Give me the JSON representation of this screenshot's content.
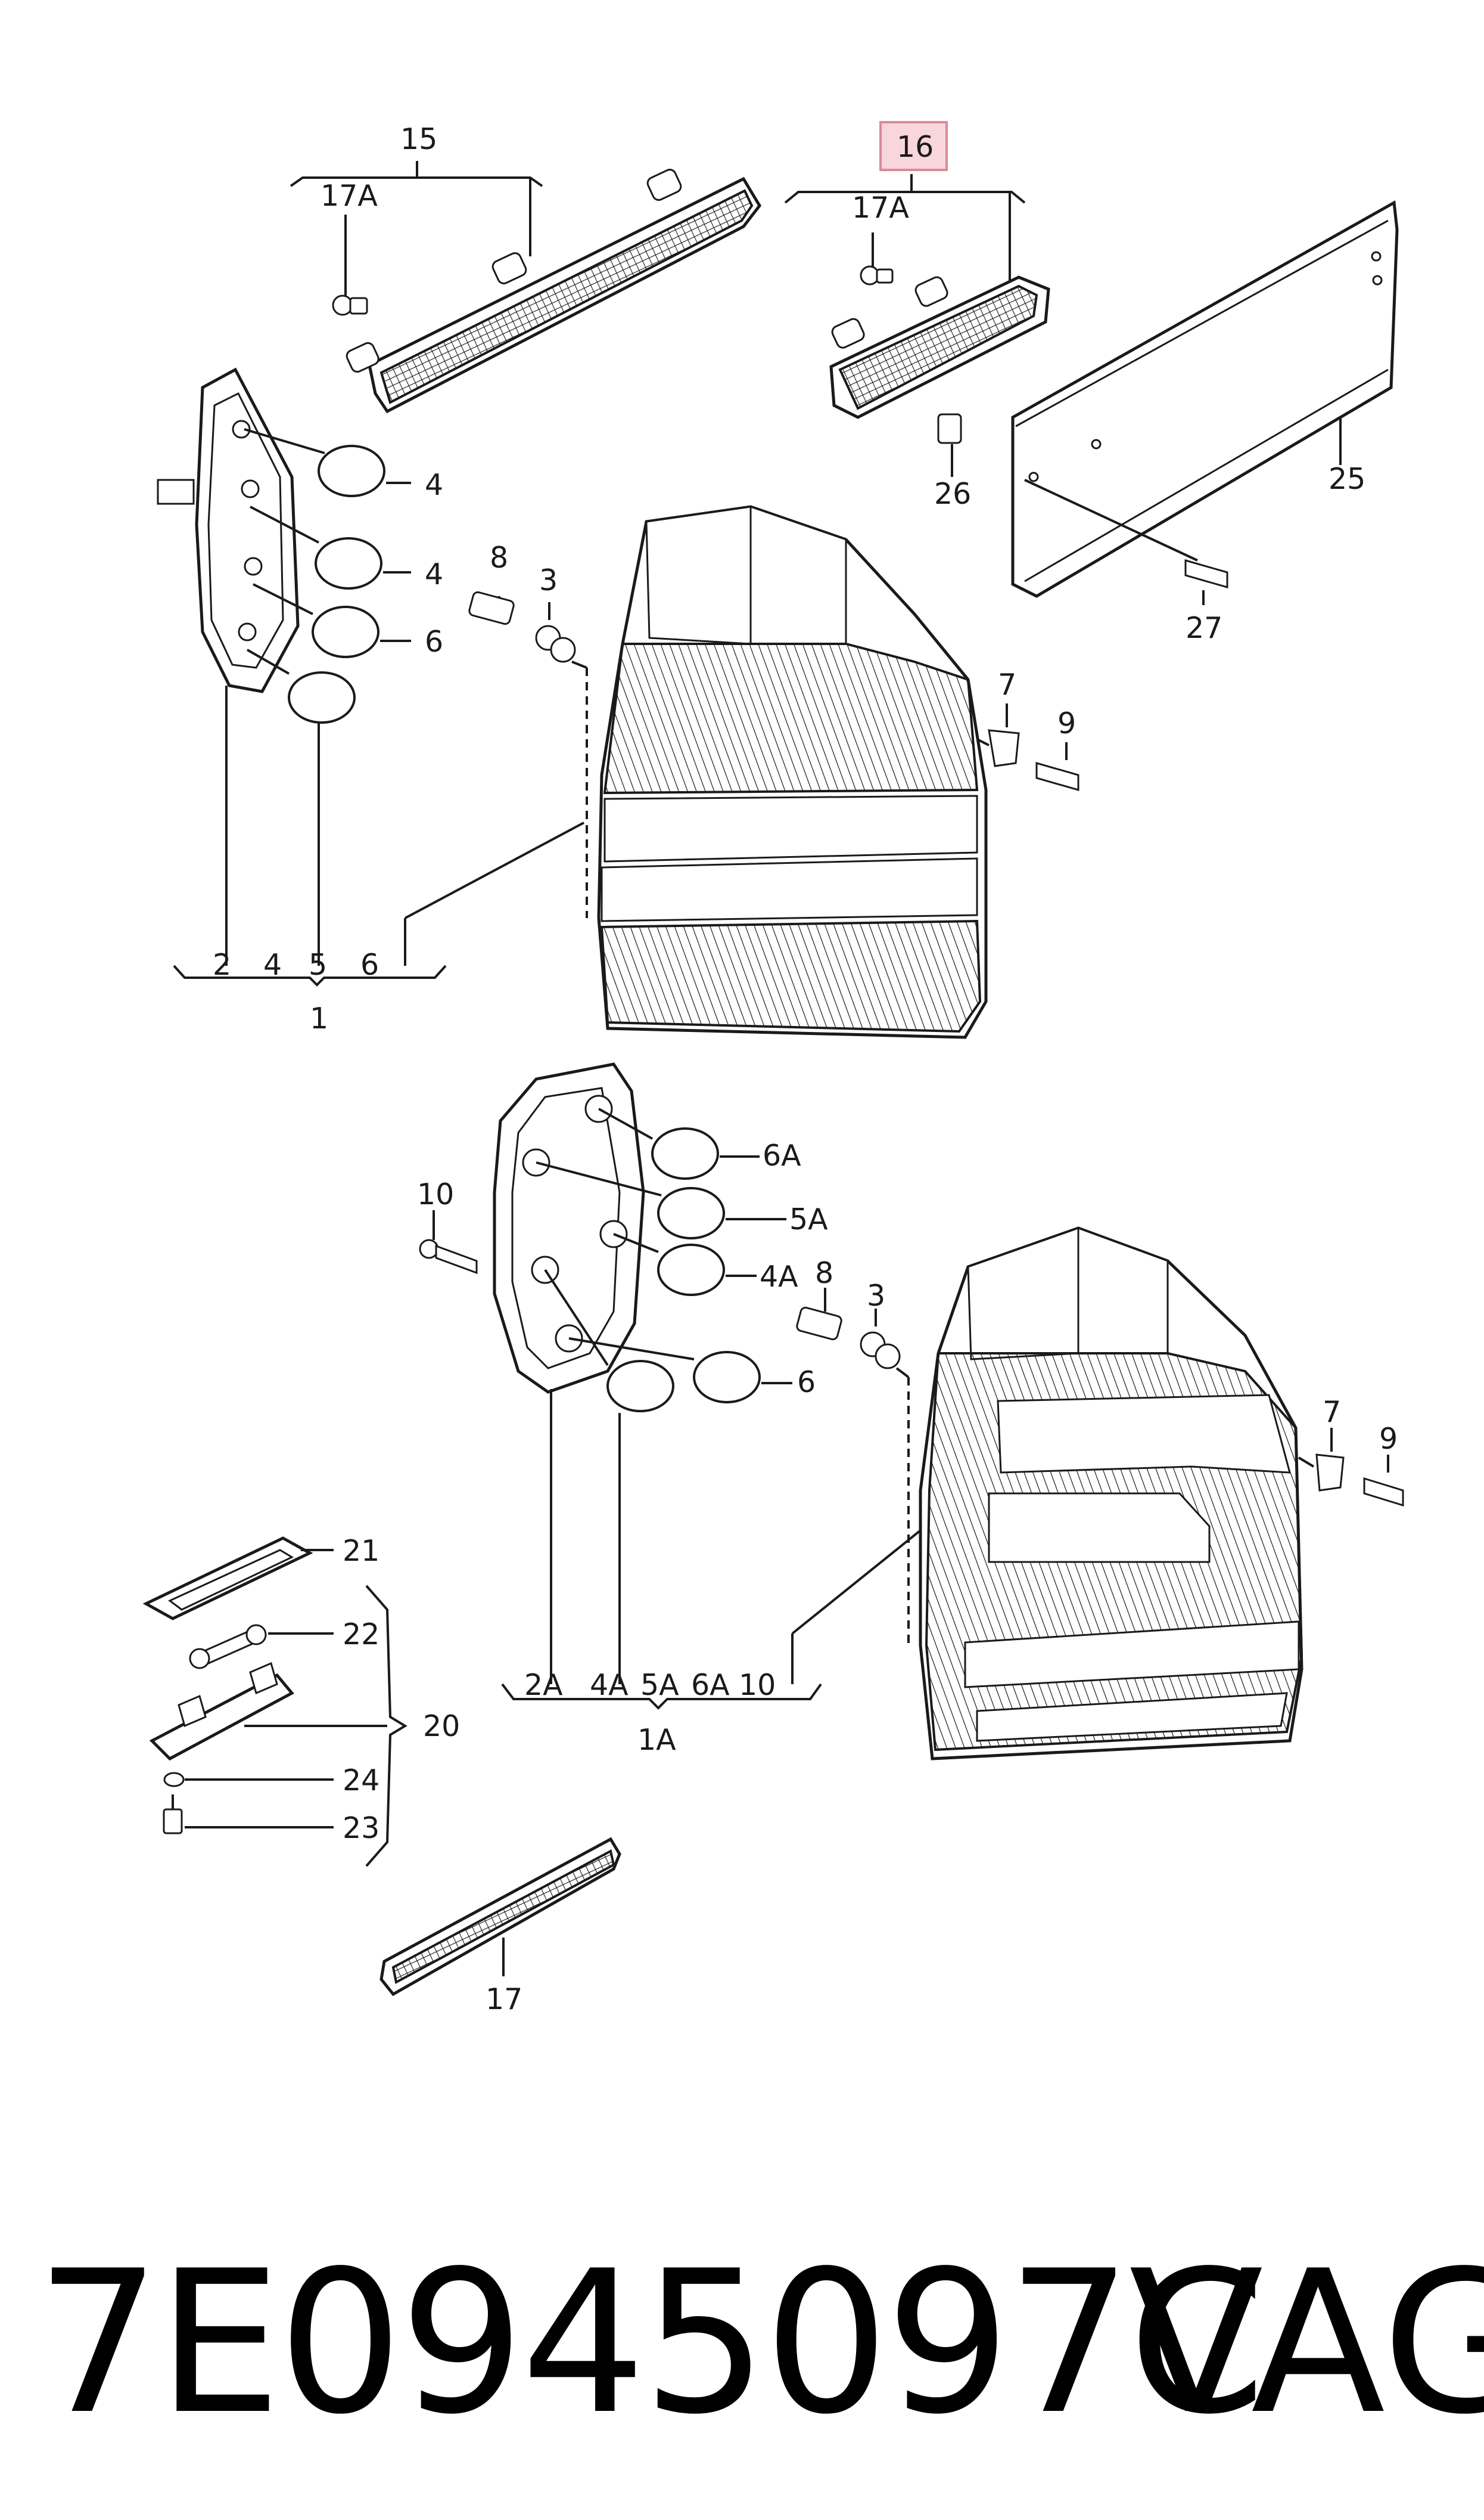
{
  "callouts": {
    "c15": "15",
    "c17a_l": "17A",
    "c16": "16",
    "c17a_r": "17A",
    "c4a": "4",
    "c4b": "4",
    "c6a": "6",
    "c8a": "8",
    "c3a": "3",
    "c7a": "7",
    "c9a": "9",
    "c26": "26",
    "c25": "25",
    "c27": "27",
    "b1_2": "2",
    "b1_4": "4",
    "b1_5": "5",
    "b1_6": "6",
    "b1_label": "1",
    "c6A": "6A",
    "c5A": "5A",
    "c4A": "4A",
    "c6b": "6",
    "c10": "10",
    "c8b": "8",
    "c3b": "3",
    "c7b": "7",
    "c9b": "9",
    "c21": "21",
    "c22": "22",
    "c20": "20",
    "c24": "24",
    "c23": "23",
    "b2_2A": "2A",
    "b2_4A": "4A",
    "b2_5A": "5A",
    "b2_6A": "6A",
    "b2_10": "10",
    "b2_label": "1A",
    "c17": "17"
  },
  "highlight": {
    "part": "16",
    "fill": "#f7d6dc",
    "stroke": "#d98a98"
  },
  "footer": {
    "part_number": "7E0945097C",
    "brand": "VAG"
  }
}
